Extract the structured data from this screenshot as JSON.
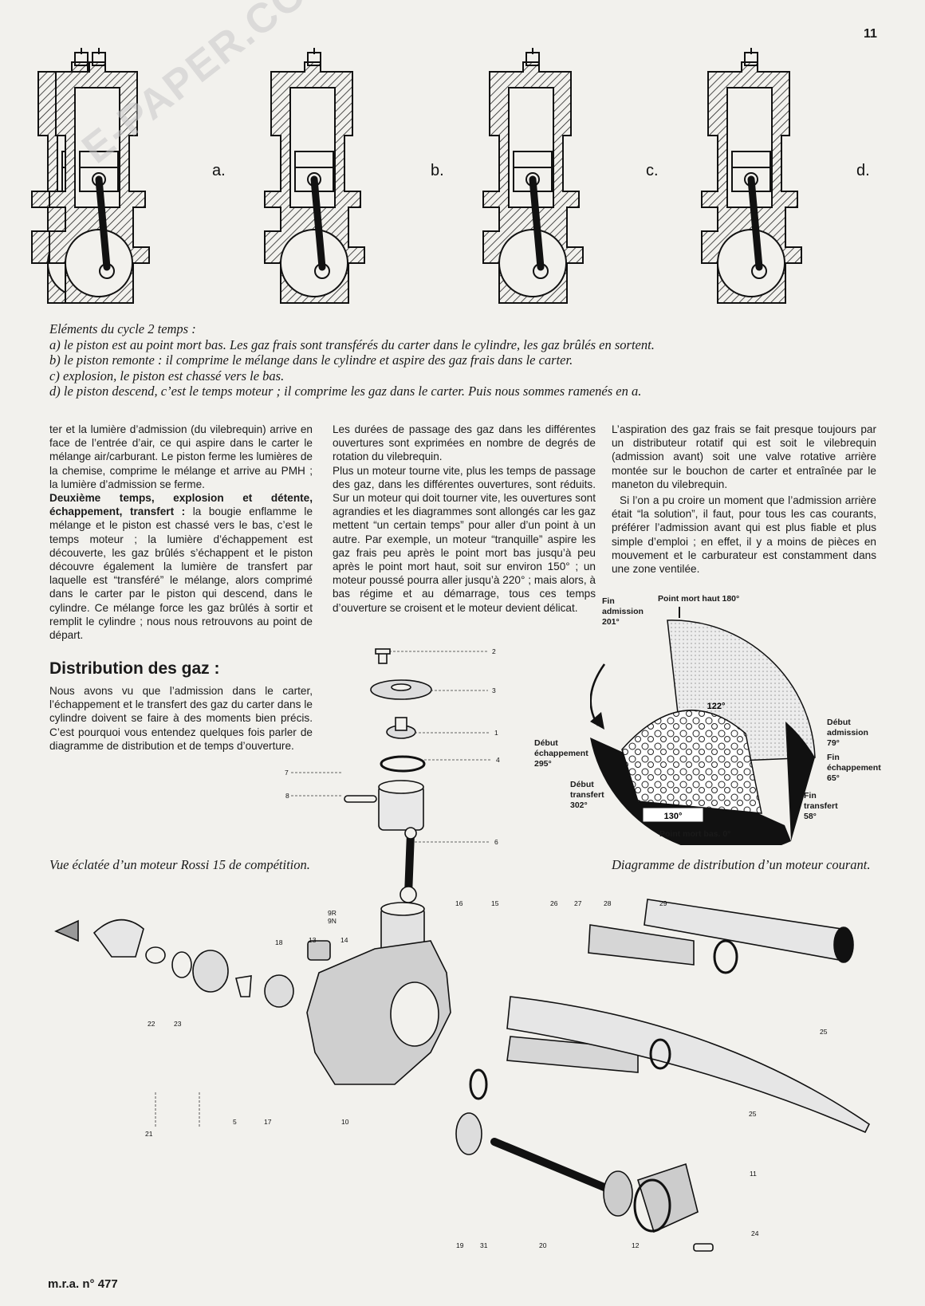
{
  "page_number": "11",
  "watermark": "E-PAPER.COM",
  "engine_diagram_labels": [
    "a.",
    "b.",
    "c.",
    "d."
  ],
  "cycle_caption": [
    "Eléments du cycle 2 temps :",
    "a) le piston est au point mort bas. Les gaz frais sont transférés du carter dans le cylindre, les gaz brûlés en sortent.",
    "b) le piston remonte : il comprime le mélange dans le cylindre et aspire des gaz frais dans le carter.",
    "c) explosion, le piston est chassé vers le bas.",
    "d) le piston descend, c’est le temps moteur ; il comprime les gaz dans le carter. Puis nous sommes ramenés en a."
  ],
  "col1_p1": "ter et la lumière d’admission (du vilebrequin) arrive en face de l’entrée d’air, ce qui aspire dans le carter le mélange air/carburant. Le piston ferme les lumières de la chemise, comprime le mélange et arrive au PMH ; la lumière d’admission se ferme.",
  "col1_p2_bold": "Deuxième temps, explosion et détente, échappement, transfert :",
  "col1_p2": " la bougie enflamme le mélange et le piston est chassé vers le bas, c’est le temps moteur ; la lumière d’échappement est découverte, les gaz brûlés s’échappent et le piston découvre également la lumière de transfert par laquelle est “transféré” le mélange, alors comprimé dans le carter par le piston qui descend, dans le cylindre. Ce mélange force les gaz brûlés à sortir et remplit le cylindre ; nous nous retrouvons au point de départ.",
  "section_title": "Distribution des gaz :",
  "col1_p3": "Nous avons vu que l’admission dans le carter, l’échappement et le transfert des gaz du carter dans le cylindre doivent se faire à des moments bien précis. C’est pourquoi vous entendez quelques fois parler de diagramme de distribution et de temps d’ouverture.",
  "col2_p1": "Les durées de passage des gaz dans les différentes ouvertures sont exprimées en nombre de degrés de rotation du vilebrequin.",
  "col2_p2": "Plus un moteur tourne vite, plus les temps de passage des gaz, dans les différentes ouvertures, sont réduits. Sur un moteur qui doit tourner vite, les ouvertures sont agrandies et les diagrammes sont allongés car les gaz mettent “un certain temps” pour aller d’un point à un autre. Par exemple, un moteur “tranquille” aspire les gaz frais peu après le point mort bas jusqu’à peu après le point mort haut, soit sur environ 150° ; un moteur poussé pourra aller jusqu’à 220° ; mais alors, à bas régime et au démarrage, tous ces temps d’ouverture se croisent et le moteur devient délicat.",
  "col3_p1": "L’aspiration des gaz frais se fait presque toujours par un distributeur rotatif qui est soit le vilebrequin (admission avant) soit une valve rotative arrière montée sur le bouchon de carter et entraînée par le maneton du vilebrequin.",
  "col3_p2": "Si l’on a pu croire un moment que l’admission arrière était “la solution”, il faut, pour tous les cas courants, préférer l’admission avant qui est plus fiable et plus simple d’emploi ; en effet, il y a moins de pièces en mouvement et le carburateur est constamment dans une zone ventilée.",
  "timing_diagram": {
    "pmh": "Point mort haut 180°",
    "pmb": "Point mort bas. 0°",
    "fin_admission": [
      "Fin",
      "admission",
      "201°"
    ],
    "debut_admission": [
      "Début",
      "admission",
      "79°"
    ],
    "fin_echappement": [
      "Fin",
      "échappement",
      "65°"
    ],
    "fin_transfert": [
      "Fin",
      "transfert",
      "58°"
    ],
    "debut_echappement": [
      "Début",
      "échappement",
      "295°"
    ],
    "debut_transfert": [
      "Début",
      "transfert",
      "302°"
    ],
    "angle_admission": "122°",
    "angle_transfert": "130°"
  },
  "exploded_caption": "Vue éclatée d’un moteur Rossi 15 de compétition.",
  "diagram_caption": "Diagramme de distribution d’un moteur courant.",
  "part_numbers": {
    "n2": "2",
    "n3": "3",
    "n1": "1",
    "n4": "4",
    "n7": "7",
    "n8": "8",
    "n6": "6",
    "n9": "9R\n9N",
    "n16": "16",
    "n15": "15",
    "n26": "26",
    "n27": "27",
    "n28": "28",
    "n29": "29",
    "n18": "18",
    "n13": "13",
    "n14": "14",
    "n25a": "25",
    "n25b": "25",
    "n22": "22",
    "n23": "23",
    "n5": "5",
    "n17": "17",
    "n10": "10",
    "n21": "21",
    "n11": "11",
    "n19": "19",
    "n31": "31",
    "n20": "20",
    "n12": "12",
    "n24": "24"
  },
  "footer": "m.r.a. n° 477"
}
